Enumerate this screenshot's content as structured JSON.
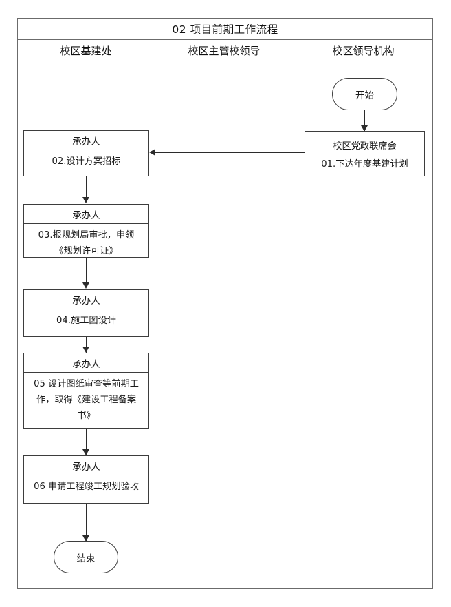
{
  "diagram": {
    "title": "02  项目前期工作流程",
    "lanes": [
      {
        "label": "校区基建处"
      },
      {
        "label": "校区主管校领导"
      },
      {
        "label": "校区领导机构"
      }
    ],
    "nodes": {
      "start": {
        "label": "开始",
        "shape": "terminator"
      },
      "end": {
        "label": "结束",
        "shape": "terminator"
      },
      "n01": {
        "shape": "box",
        "line1": "校区党政联席会",
        "line2": "01.下达年度基建计划"
      },
      "n02": {
        "shape": "process",
        "role": "承办人",
        "text": "02.设计方案招标"
      },
      "n03": {
        "shape": "process",
        "role": "承办人",
        "text": "03.报规划局审批，申领《规划许可证》"
      },
      "n04": {
        "shape": "process",
        "role": "承办人",
        "text": "04.施工图设计"
      },
      "n05": {
        "shape": "process",
        "role": "承办人",
        "text": "05 设计图纸审查等前期工作，取得《建设工程备案书》"
      },
      "n06": {
        "shape": "process",
        "role": "承办人",
        "text": "06 申请工程竣工规划验收"
      }
    },
    "colors": {
      "frame_border": "#6b6b6b",
      "node_border": "#3d3d3d",
      "connector": "#2b2b2b",
      "background": "#ffffff",
      "text": "#1a1a1a"
    }
  }
}
